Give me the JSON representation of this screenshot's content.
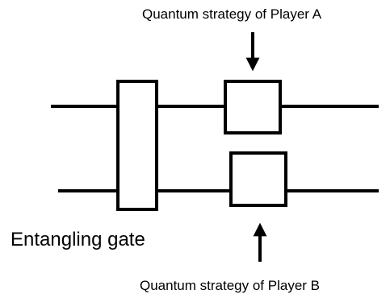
{
  "labels": {
    "player_a": "Quantum strategy of Player A",
    "player_b": "Quantum strategy of Player B",
    "entangling_gate": "Entangling gate"
  },
  "colors": {
    "stroke": "#000000",
    "background": "#ffffff",
    "text": "#000000"
  }
}
